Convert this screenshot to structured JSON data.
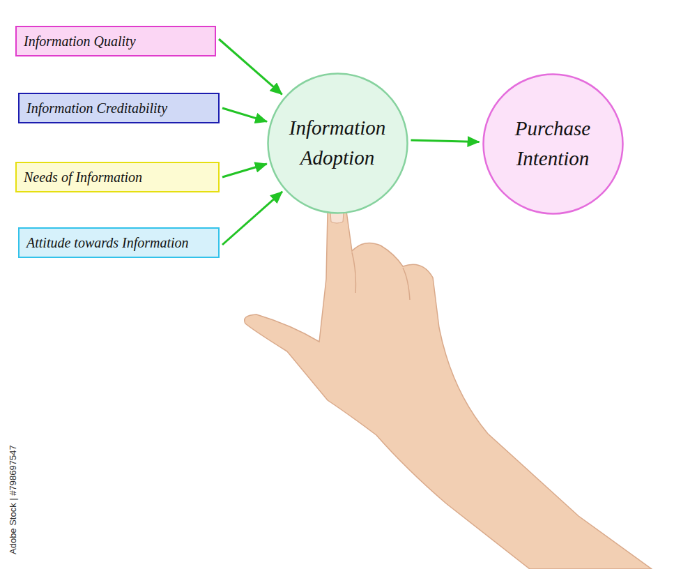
{
  "diagram": {
    "nodes": [
      {
        "text": [
          "Information Quality"
        ]
      },
      {
        "text": [
          "Information Creditability"
        ]
      },
      {
        "text": [
          "Needs of Information"
        ]
      },
      {
        "text": [
          "Attitude towards Information"
        ]
      },
      {
        "text": [
          "Information Adoption"
        ]
      },
      {
        "text": [
          "Purchase Intention"
        ]
      }
    ],
    "edges": [
      {
        "from": 0,
        "to": 4,
        "arrow": "to"
      },
      {
        "from": 1,
        "to": 4,
        "arrow": "to"
      },
      {
        "from": 2,
        "to": 4,
        "arrow": "to"
      },
      {
        "from": 3,
        "to": 4,
        "arrow": "to"
      },
      {
        "from": 4,
        "to": 5,
        "arrow": "to"
      }
    ],
    "labels": [
      "Adobe Stock | #798697547"
    ]
  }
}
